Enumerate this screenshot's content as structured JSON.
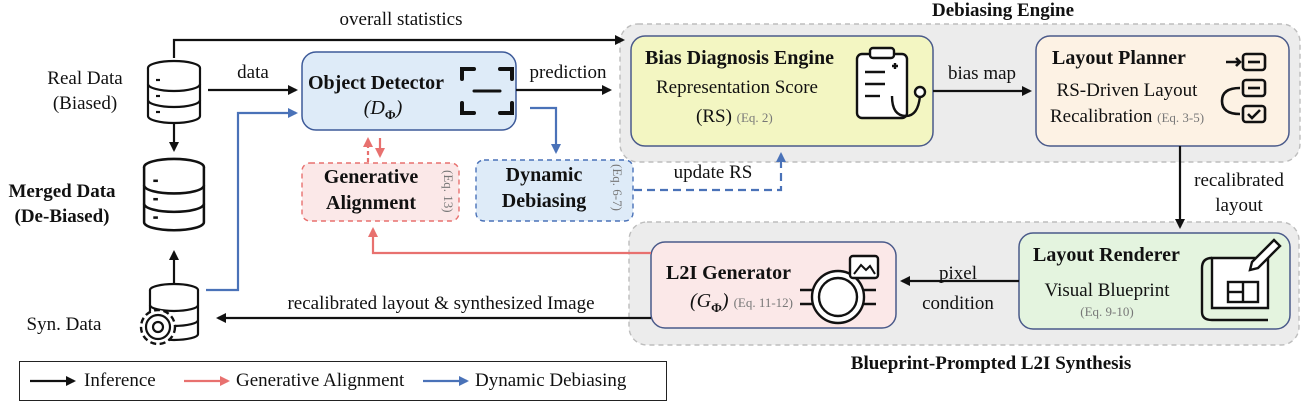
{
  "regions": {
    "debiasing_engine": "Debiasing Engine",
    "blueprint_synthesis": "Blueprint-Prompted  L2I Synthesis"
  },
  "sources": {
    "real_data_line1": "Real Data",
    "real_data_line2": "(Biased)",
    "merged_data_line1": "Merged Data",
    "merged_data_line2": "(De-Biased)",
    "syn_data": "Syn. Data"
  },
  "modules": {
    "object_detector": {
      "title": "Object Detector",
      "symbol": "(D",
      "sub": "Φ",
      "close": ")"
    },
    "generative_alignment": {
      "line1": "Generative",
      "line2": "Alignment",
      "eq": "(Eq. 13)"
    },
    "dynamic_debiasing": {
      "line1": "Dynamic",
      "line2": "Debiasing",
      "eq": "(Eq. 6-7)"
    },
    "bias_diagnosis": {
      "title": "Bias Diagnosis Engine",
      "line1": "Representation Score",
      "line2": "(RS)",
      "eq": "(Eq. 2)"
    },
    "layout_planner": {
      "title": "Layout Planner",
      "line1": "RS-Driven Layout",
      "line2": "Recalibration",
      "eq": "(Eq. 3-5)"
    },
    "layout_renderer": {
      "title": "Layout Renderer",
      "line1": "Visual Blueprint",
      "eq": "(Eq. 9-10)"
    },
    "l2i_generator": {
      "title": "L2I Generator",
      "symbol": "(G",
      "sub": "Φ",
      "close": ")",
      "eq": "(Eq. 11-12)"
    }
  },
  "edges": {
    "overall_statistics": "overall statistics",
    "data": "data",
    "prediction": "prediction",
    "bias_map": "bias map",
    "update_rs": "update RS",
    "recalibrated_layout_line1": "recalibrated",
    "recalibrated_layout_line2": "layout",
    "pixel": "pixel",
    "condition": "condition",
    "syn_output": "recalibrated  layout & synthesized Image"
  },
  "legend": {
    "inference": "Inference",
    "generative_alignment": "Generative Alignment",
    "dynamic_debiasing": "Dynamic Debiasing"
  },
  "colors": {
    "black_arrow": "#111111",
    "red_arrow": "#e8716f",
    "blue_arrow": "#4a72b8",
    "detector_fill": "#deebf8",
    "detector_stroke": "#3d5a99",
    "bias_fill": "#f3f6c2",
    "planner_fill": "#fdf2e4",
    "renderer_fill": "#e4f4df",
    "generator_fill": "#fbe8e8",
    "region_fill": "#ececec"
  }
}
